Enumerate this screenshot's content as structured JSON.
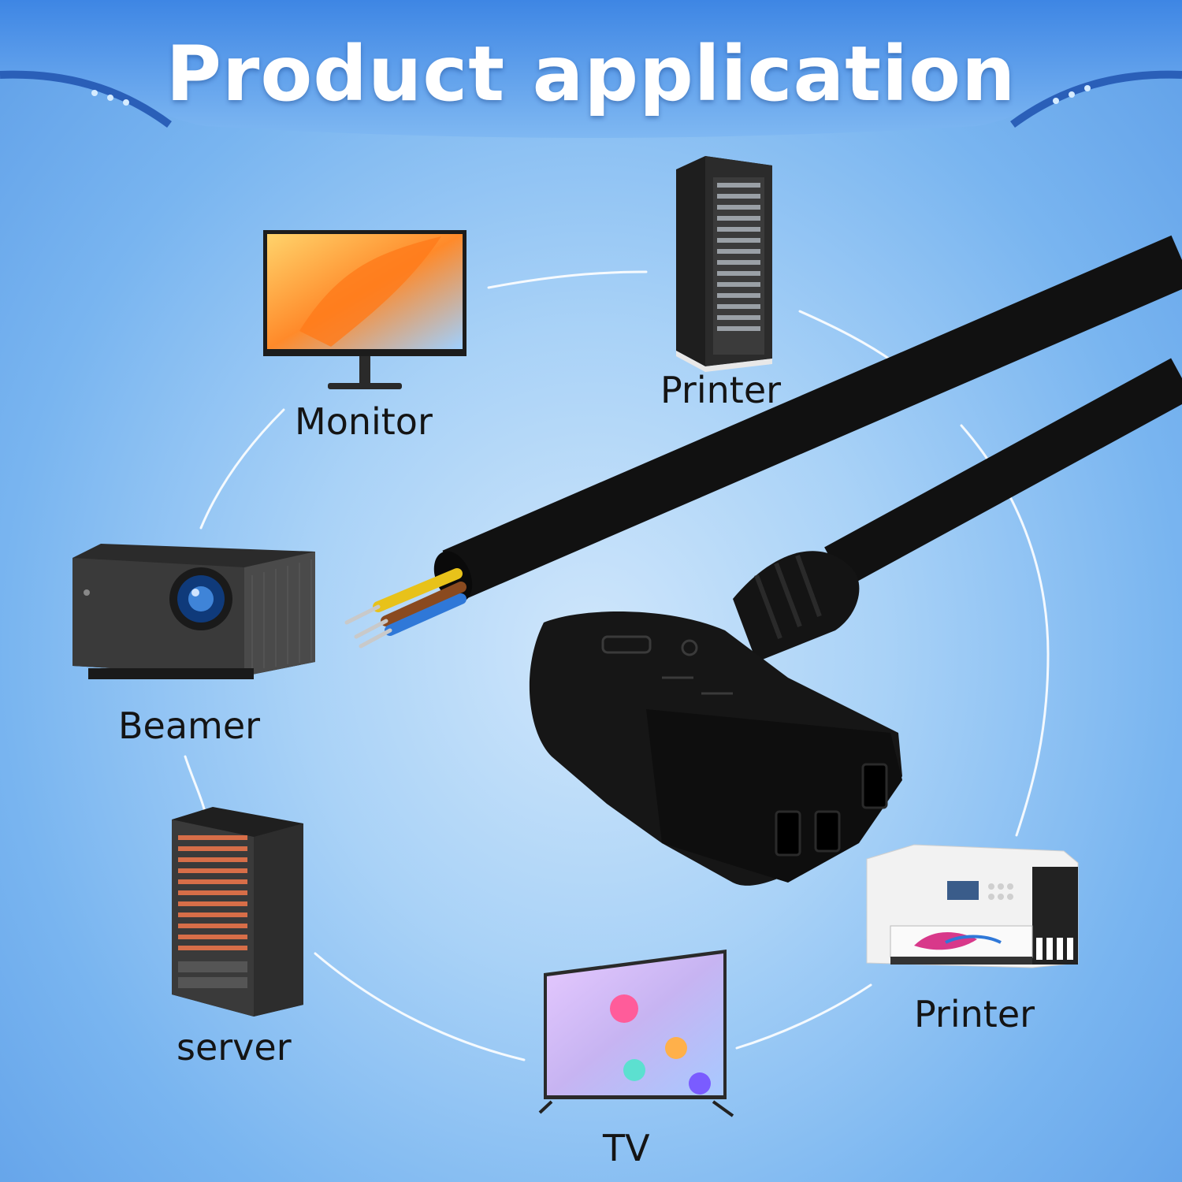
{
  "header": {
    "title": "Product application"
  },
  "devices": {
    "monitor": {
      "label": "Monitor",
      "icon": "monitor-icon"
    },
    "printer_top": {
      "label": "Printer",
      "icon": "server-rack-icon"
    },
    "beamer": {
      "label": "Beamer",
      "icon": "projector-icon"
    },
    "server": {
      "label": "server",
      "icon": "server-tower-icon"
    },
    "tv": {
      "label": "TV",
      "icon": "tv-icon"
    },
    "printer_bottom": {
      "label": "Printer",
      "icon": "printer-icon"
    }
  },
  "product": {
    "icon": "power-cord-icon",
    "wire_colors": [
      "#e8c21a",
      "#8a4a1f",
      "#2f78d8"
    ]
  },
  "colors": {
    "background": "#8ec4f4",
    "banner": "#4d92e6",
    "cable": "#111111"
  }
}
